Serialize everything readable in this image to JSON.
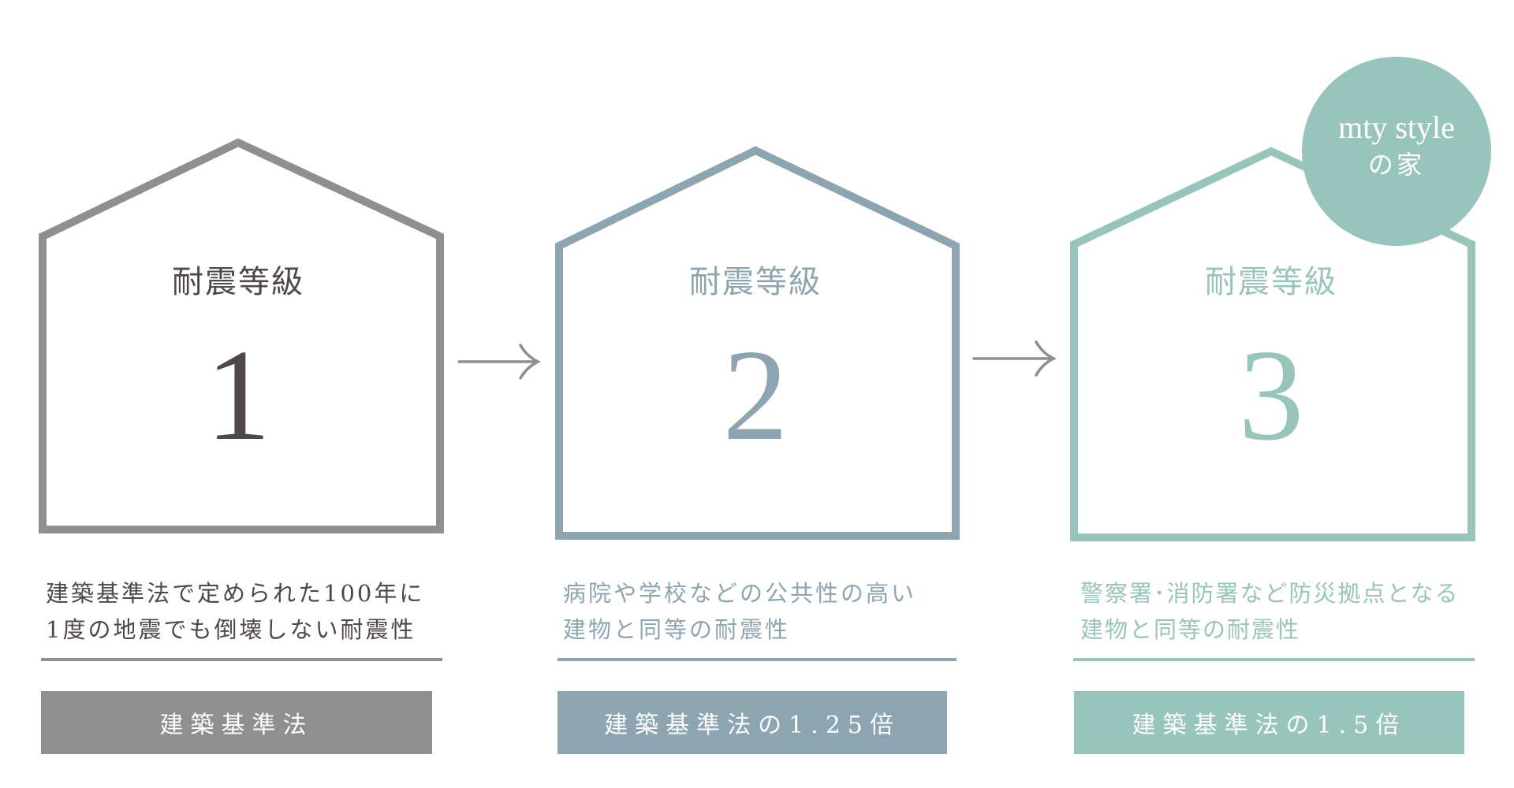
{
  "colors": {
    "grade1": "#8f8f8f",
    "grade1_text": "#4f4748",
    "grade2": "#8ca5b1",
    "grade3": "#98c5bb",
    "arrow": "#8f8f8f"
  },
  "levels": [
    {
      "heading": "耐震等級",
      "number": "1",
      "description": [
        "建築基準法で定められた100年に",
        "1度の地震でも倒壊しない耐震性"
      ],
      "badge": "建築基準法"
    },
    {
      "heading": "耐震等級",
      "number": "2",
      "description": [
        "病院や学校などの公共性の高い",
        "建物と同等の耐震性"
      ],
      "badge": "建築基準法の1.25倍"
    },
    {
      "heading": "耐震等級",
      "number": "3",
      "description": [
        "警察署･消防署など防災拠点となる",
        "建物と同等の耐震性"
      ],
      "badge": "建築基準法の1.5倍"
    }
  ],
  "highlight": {
    "line1": "mty style",
    "line2": "の家"
  },
  "arrows": [
    "right-arrow",
    "right-arrow"
  ]
}
